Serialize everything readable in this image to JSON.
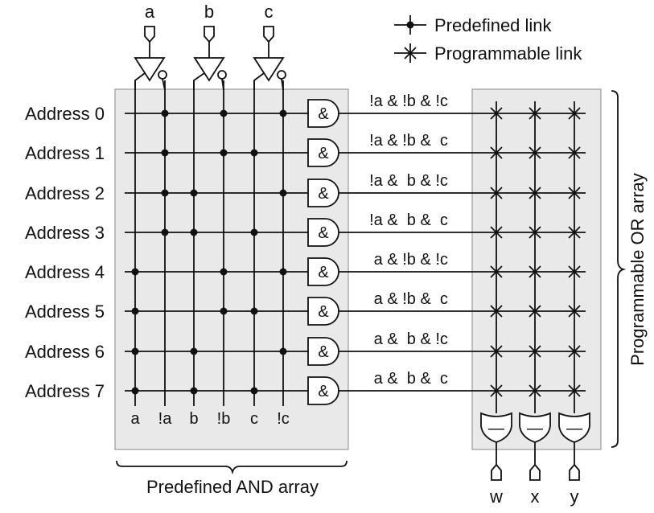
{
  "inputs": [
    "a",
    "b",
    "c"
  ],
  "legend": {
    "predefined": "Predefined link",
    "programmable": "Programmable link"
  },
  "addresses": [
    "Address 0",
    "Address 1",
    "Address 2",
    "Address 3",
    "Address 4",
    "Address 5",
    "Address 6",
    "Address 7"
  ],
  "and_columns": [
    "a",
    "!a",
    "b",
    "!b",
    "c",
    "!c"
  ],
  "and_gate_symbol": "&",
  "or_gate_symbol": "—",
  "minterms": [
    "!a & !b & !c",
    "!a & !b &  c",
    "!a &  b & !c",
    "!a &  b &  c",
    " a & !b & !c",
    " a & !b &  c",
    " a &  b & !c",
    " a &  b &  c"
  ],
  "outputs": [
    "w",
    "x",
    "y"
  ],
  "and_array_label": "Predefined AND array",
  "or_array_label": "Programmable OR array"
}
